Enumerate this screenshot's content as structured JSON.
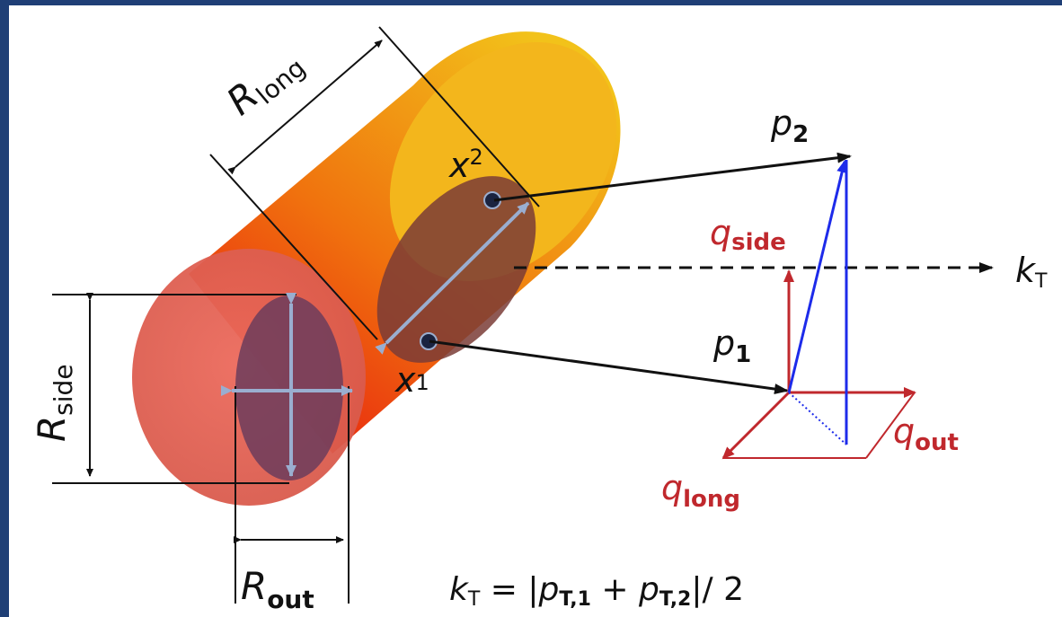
{
  "labels": {
    "r_long_main": "R",
    "r_long_sub": "long",
    "r_side_main": "R",
    "r_side_sub": "side",
    "r_out_main": "R",
    "r_out_sub": "out",
    "x1_main": "x",
    "x1_sub": "1",
    "x2_main": "x",
    "x2_sub": "2",
    "p1_main": "p",
    "p1_sub": "1",
    "p2_main": "p",
    "p2_sub": "2",
    "q_side_main": "q",
    "q_side_sub": "side",
    "q_out_main": "q",
    "q_out_sub": "out",
    "q_long_main": "q",
    "q_long_sub": "long",
    "kt_main": "k",
    "kt_sub": "T"
  },
  "formula": {
    "k": "k",
    "k_sub": "T",
    "eq": " = |",
    "p1": "p",
    "p1_sub": "T,1",
    "plus": " + ",
    "p2": "p",
    "p2_sub": "T,2",
    "tail": "|/ 2"
  },
  "colors": {
    "frame": "#1f3f76",
    "red_vectors": "#c0282d",
    "blue_vector": "#1d2bea",
    "label_red": "#c0282d",
    "black": "#111111",
    "arrow_grey": "#9aaed0"
  }
}
